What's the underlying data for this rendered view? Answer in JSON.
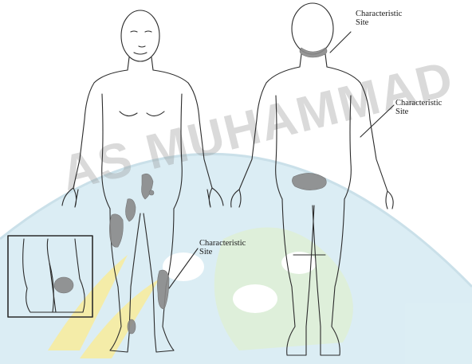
{
  "labels": {
    "neck_back": "Characteristic\nSite",
    "back_arm": "Characteristic\nSite",
    "front_leg": "Characteristic\nSite"
  },
  "colors": {
    "outline": "#2b2b2b",
    "lesion": "#8a8a8a",
    "watermark_blue": "#cfe8f1",
    "watermark_green": "#cfe7c9",
    "watermark_yellow": "#f1e79a"
  },
  "watermark": {
    "text": "AS MUHAMMAD"
  }
}
